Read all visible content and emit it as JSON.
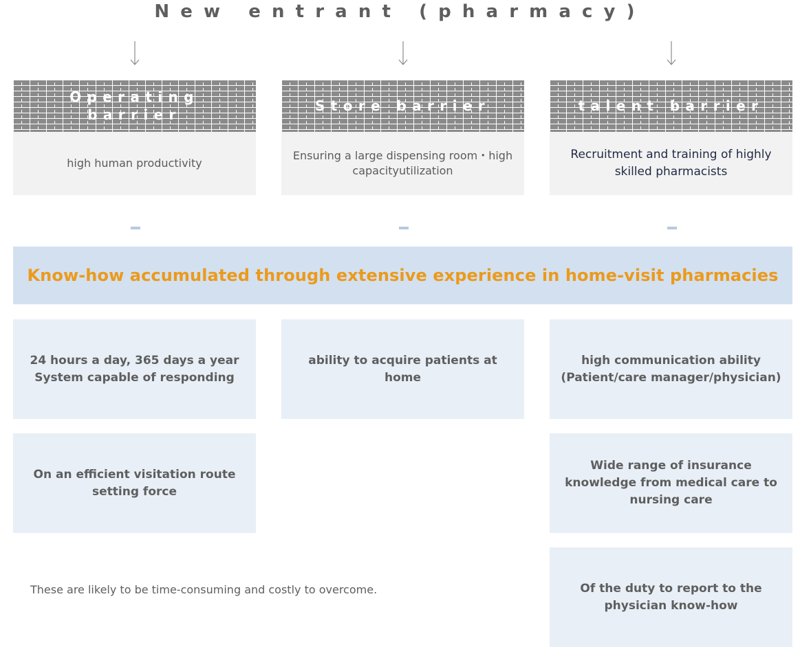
{
  "title": "New entrant (pharmacy)",
  "barriers": [
    {
      "label": "Operating barrier",
      "description": "high human productivity"
    },
    {
      "label": "Store barrier",
      "description": "Ensuring a large dispensing room・high capacityutilization"
    },
    {
      "label": "talent barrier",
      "description": "Recruitment and training of highly skilled pharmacists"
    }
  ],
  "banner": "Know-how accumulated through extensive experience in home-visit pharmacies",
  "knowhow": [
    "24 hours a day, 365 days a year System capable of responding",
    "ability to acquire patients at home",
    "high communication ability (Patient/care manager/physician)",
    "On an efficient visitation route setting force",
    "Wide range of insurance knowledge from medical care to nursing care",
    "Of the duty to report to the physician know-how"
  ],
  "note": "These are likely to be time-consuming and costly to overcome.",
  "colors": {
    "accent": "#eb9a1a",
    "banner_bg": "#d3e0f0",
    "box_bg": "#e8eff7",
    "brick": "#8a8a8a"
  }
}
